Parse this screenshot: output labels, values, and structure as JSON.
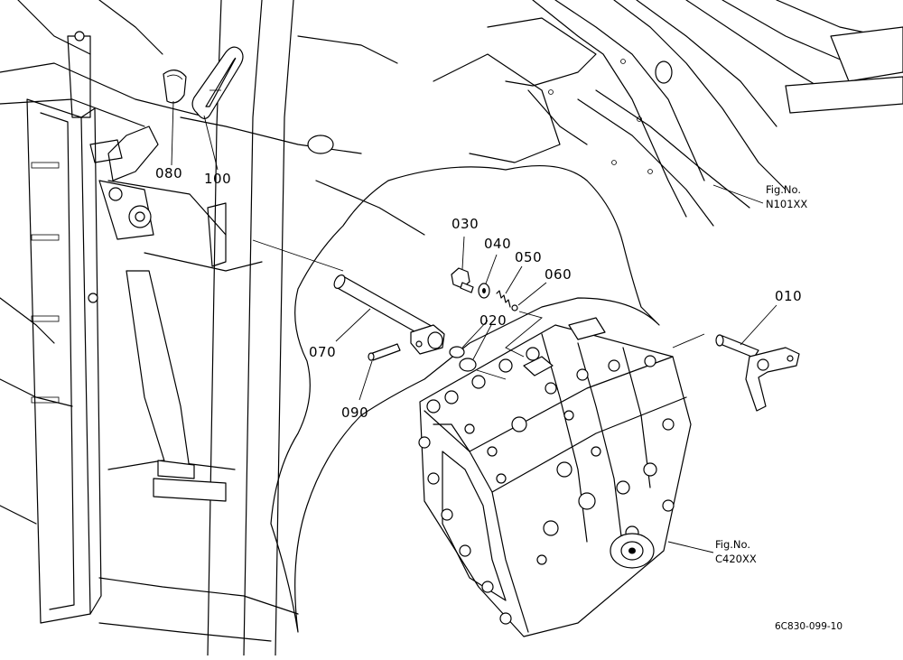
{
  "parts": [
    {
      "id": "p010",
      "label": "010"
    },
    {
      "id": "p020",
      "label": "020"
    },
    {
      "id": "p030",
      "label": "030"
    },
    {
      "id": "p040",
      "label": "040"
    },
    {
      "id": "p050",
      "label": "050"
    },
    {
      "id": "p060",
      "label": "060"
    },
    {
      "id": "p070",
      "label": "070"
    },
    {
      "id": "p080",
      "label": "080"
    },
    {
      "id": "p090",
      "label": "090"
    },
    {
      "id": "p100",
      "label": "100"
    }
  ],
  "references": {
    "frame": {
      "line1": "Fig.No.",
      "line2": "N101XX"
    },
    "transmission": {
      "line1": "Fig.No.",
      "line2": "C420XX"
    }
  },
  "drawing_id": "6C830-099-10"
}
